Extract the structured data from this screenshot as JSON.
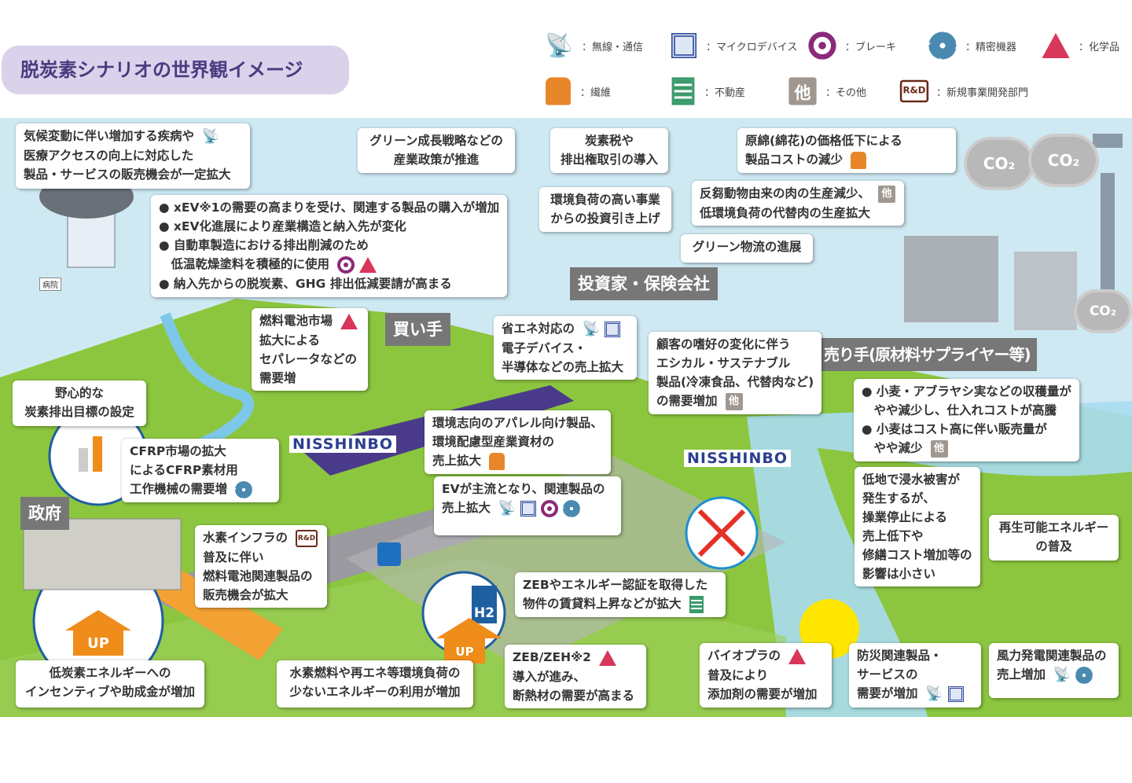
{
  "title": "脱炭素シナリオの世界観イメージ",
  "legend": [
    {
      "icon": "wireless",
      "glyph": "📡",
      "label": "：無線・通信"
    },
    {
      "icon": "chip",
      "glyph": "",
      "label": "：マイクロデバイス"
    },
    {
      "icon": "brake",
      "glyph": "",
      "label": "：ブレーキ"
    },
    {
      "icon": "gear",
      "glyph": "",
      "label": "：精密機器"
    },
    {
      "icon": "flask",
      "glyph": "",
      "label": "：化学品"
    },
    {
      "icon": "shirt",
      "glyph": "",
      "label": "：繊維"
    },
    {
      "icon": "building",
      "glyph": "",
      "label": "：不動産"
    },
    {
      "icon": "other",
      "glyph": "他",
      "label": "：その他"
    },
    {
      "icon": "rd",
      "glyph": "R&D",
      "label": "：新規事業開発部門"
    }
  ],
  "labels": {
    "investors": "投資家・保険会社",
    "buyers": "買い手",
    "sellers": "売り手(原材料サプライヤー等)",
    "government": "政府"
  },
  "logo_text": "NISSHINBO",
  "co2_text": "CO₂",
  "up_text": "UP",
  "h2_text": "H2",
  "hospital_text": "病院",
  "callouts": [
    {
      "lines": [
        "気候変動に伴い増加する疾病や",
        "医療アクセスの向上に対応した",
        "製品・サービスの販売機会が一定拡大"
      ],
      "icons": [
        "wireless"
      ]
    },
    {
      "lines": [
        "グリーン成長戦略などの",
        "産業政策が推進"
      ],
      "icons": []
    },
    {
      "lines": [
        "炭素税や",
        "排出権取引の導入"
      ],
      "icons": []
    },
    {
      "lines": [
        "原綿(綿花)の価格低下による",
        "製品コストの減少"
      ],
      "icons": [
        "shirt"
      ]
    },
    {
      "lines": [
        "● xEV※1の需要の高まりを受け、関連する製品の購入が増加",
        "● xEV化進展により産業構造と納入先が変化",
        "● 自動車製造における排出削減のため",
        "　低温乾燥塗料を積極的に使用",
        "● 納入先からの脱炭素、GHG 排出低減要請が高まる"
      ],
      "icons": [
        "brake",
        "flask"
      ]
    },
    {
      "lines": [
        "環境負荷の高い事業",
        "からの投資引き上げ"
      ],
      "icons": []
    },
    {
      "lines": [
        "反芻動物由来の肉の生産減少、",
        "低環境負荷の代替肉の生産拡大"
      ],
      "icons": [
        "other"
      ]
    },
    {
      "lines": [
        "グリーン物流の進展"
      ],
      "icons": []
    },
    {
      "lines": [
        "燃料電池市場",
        "拡大による",
        "セパレータなどの",
        "需要増"
      ],
      "icons": [
        "flask"
      ]
    },
    {
      "lines": [
        "省エネ対応の",
        "電子デバイス・",
        "半導体などの売上拡大"
      ],
      "icons": [
        "wireless",
        "chip"
      ]
    },
    {
      "lines": [
        "顧客の嗜好の変化に伴う",
        "エシカル・サステナブル",
        "製品(冷凍食品、代替肉など)",
        "の需要増加"
      ],
      "icons": [
        "other"
      ]
    },
    {
      "lines": [
        "野心的な",
        "炭素排出目標の設定"
      ],
      "icons": []
    },
    {
      "lines": [
        "● 小麦・アブラヤシ実などの収穫量が",
        "　やや減少し、仕入れコストが高騰",
        "● 小麦はコスト高に伴い販売量が",
        "　やや減少"
      ],
      "icons": [
        "other"
      ]
    },
    {
      "lines": [
        "環境志向のアパレル向け製品、",
        "環境配慮型産業資材の",
        "売上拡大"
      ],
      "icons": [
        "shirt"
      ]
    },
    {
      "lines": [
        "CFRP市場の拡大",
        "によるCFRP素材用",
        "工作機械の需要増"
      ],
      "icons": [
        "gear"
      ]
    },
    {
      "lines": [
        "EVが主流となり、関連製品の",
        "売上拡大"
      ],
      "icons": [
        "wireless",
        "chip",
        "brake",
        "gear"
      ]
    },
    {
      "lines": [
        "低地で浸水被害が",
        "発生するが、",
        "操業停止による",
        "売上低下や",
        "修繕コスト増加等の",
        "影響は小さい"
      ],
      "icons": []
    },
    {
      "lines": [
        "再生可能エネルギー",
        "の普及"
      ],
      "icons": []
    },
    {
      "lines": [
        "水素インフラの",
        "普及に伴い",
        "燃料電池関連製品の",
        "販売機会が拡大"
      ],
      "icons": [
        "rd"
      ]
    },
    {
      "lines": [
        "ZEBやエネルギー認証を取得した",
        "物件の賃貸料上昇などが拡大"
      ],
      "icons": [
        "building"
      ]
    },
    {
      "lines": [
        "低炭素エネルギーへの",
        "インセンティブや助成金が増加"
      ],
      "icons": []
    },
    {
      "lines": [
        "水素燃料や再エネ等環境負荷の",
        "少ないエネルギーの利用が増加"
      ],
      "icons": []
    },
    {
      "lines": [
        "ZEB/ZEH※2",
        "導入が進み、",
        "断熱材の需要が高まる"
      ],
      "icons": [
        "flask"
      ]
    },
    {
      "lines": [
        "バイオプラの",
        "普及により",
        "添加剤の需要が増加"
      ],
      "icons": [
        "flask"
      ]
    },
    {
      "lines": [
        "防災関連製品・",
        "サービスの",
        "需要が増加"
      ],
      "icons": [
        "wireless",
        "chip"
      ]
    },
    {
      "lines": [
        "風力発電関連製品の",
        "売上増加"
      ],
      "icons": [
        "wireless",
        "gear"
      ]
    }
  ]
}
